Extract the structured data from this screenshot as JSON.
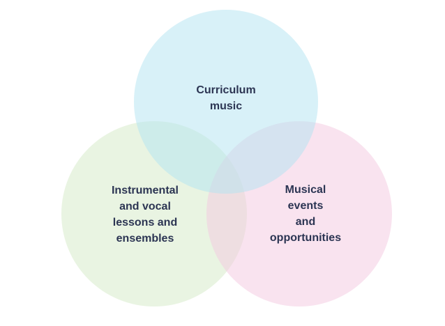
{
  "diagram": {
    "type": "venn",
    "circles": [
      {
        "id": "top",
        "label": "Curriculum\nmusic",
        "color": "#b2e3f1"
      },
      {
        "id": "left",
        "label": "Instrumental\nand vocal\nlessons and\nensembles",
        "color": "#d4e9c5"
      },
      {
        "id": "right",
        "label": "Musical\nevents\nand\nopportunities",
        "color": "#f3c8df"
      }
    ]
  }
}
